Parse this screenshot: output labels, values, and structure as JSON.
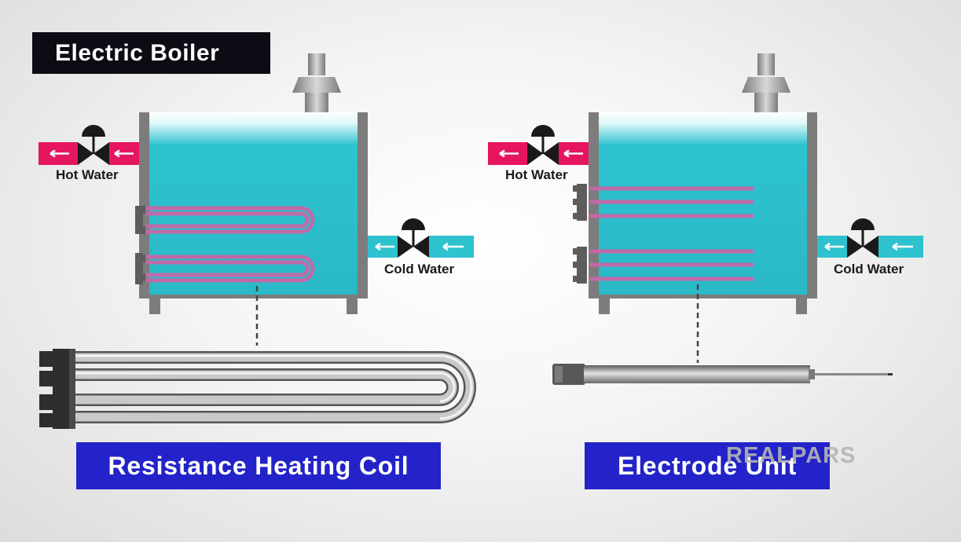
{
  "title": "Electric Boiler",
  "left_boiler": {
    "hot_water_label": "Hot Water",
    "cold_water_label": "Cold Water",
    "caption": "Resistance Heating Coil"
  },
  "right_boiler": {
    "hot_water_label": "Hot Water",
    "cold_water_label": "Cold Water",
    "caption": "Electrode Unit"
  },
  "logo": "REALPARS",
  "colors": {
    "water": "#2ec2cf",
    "hot_pipe": "#e5155f",
    "cold_pipe": "#2ec2cf",
    "tank_wall": "#7c7c7c",
    "caption_bg": "#2323c9",
    "title_bg": "#0c0c14",
    "coil": "#c06aa8"
  }
}
